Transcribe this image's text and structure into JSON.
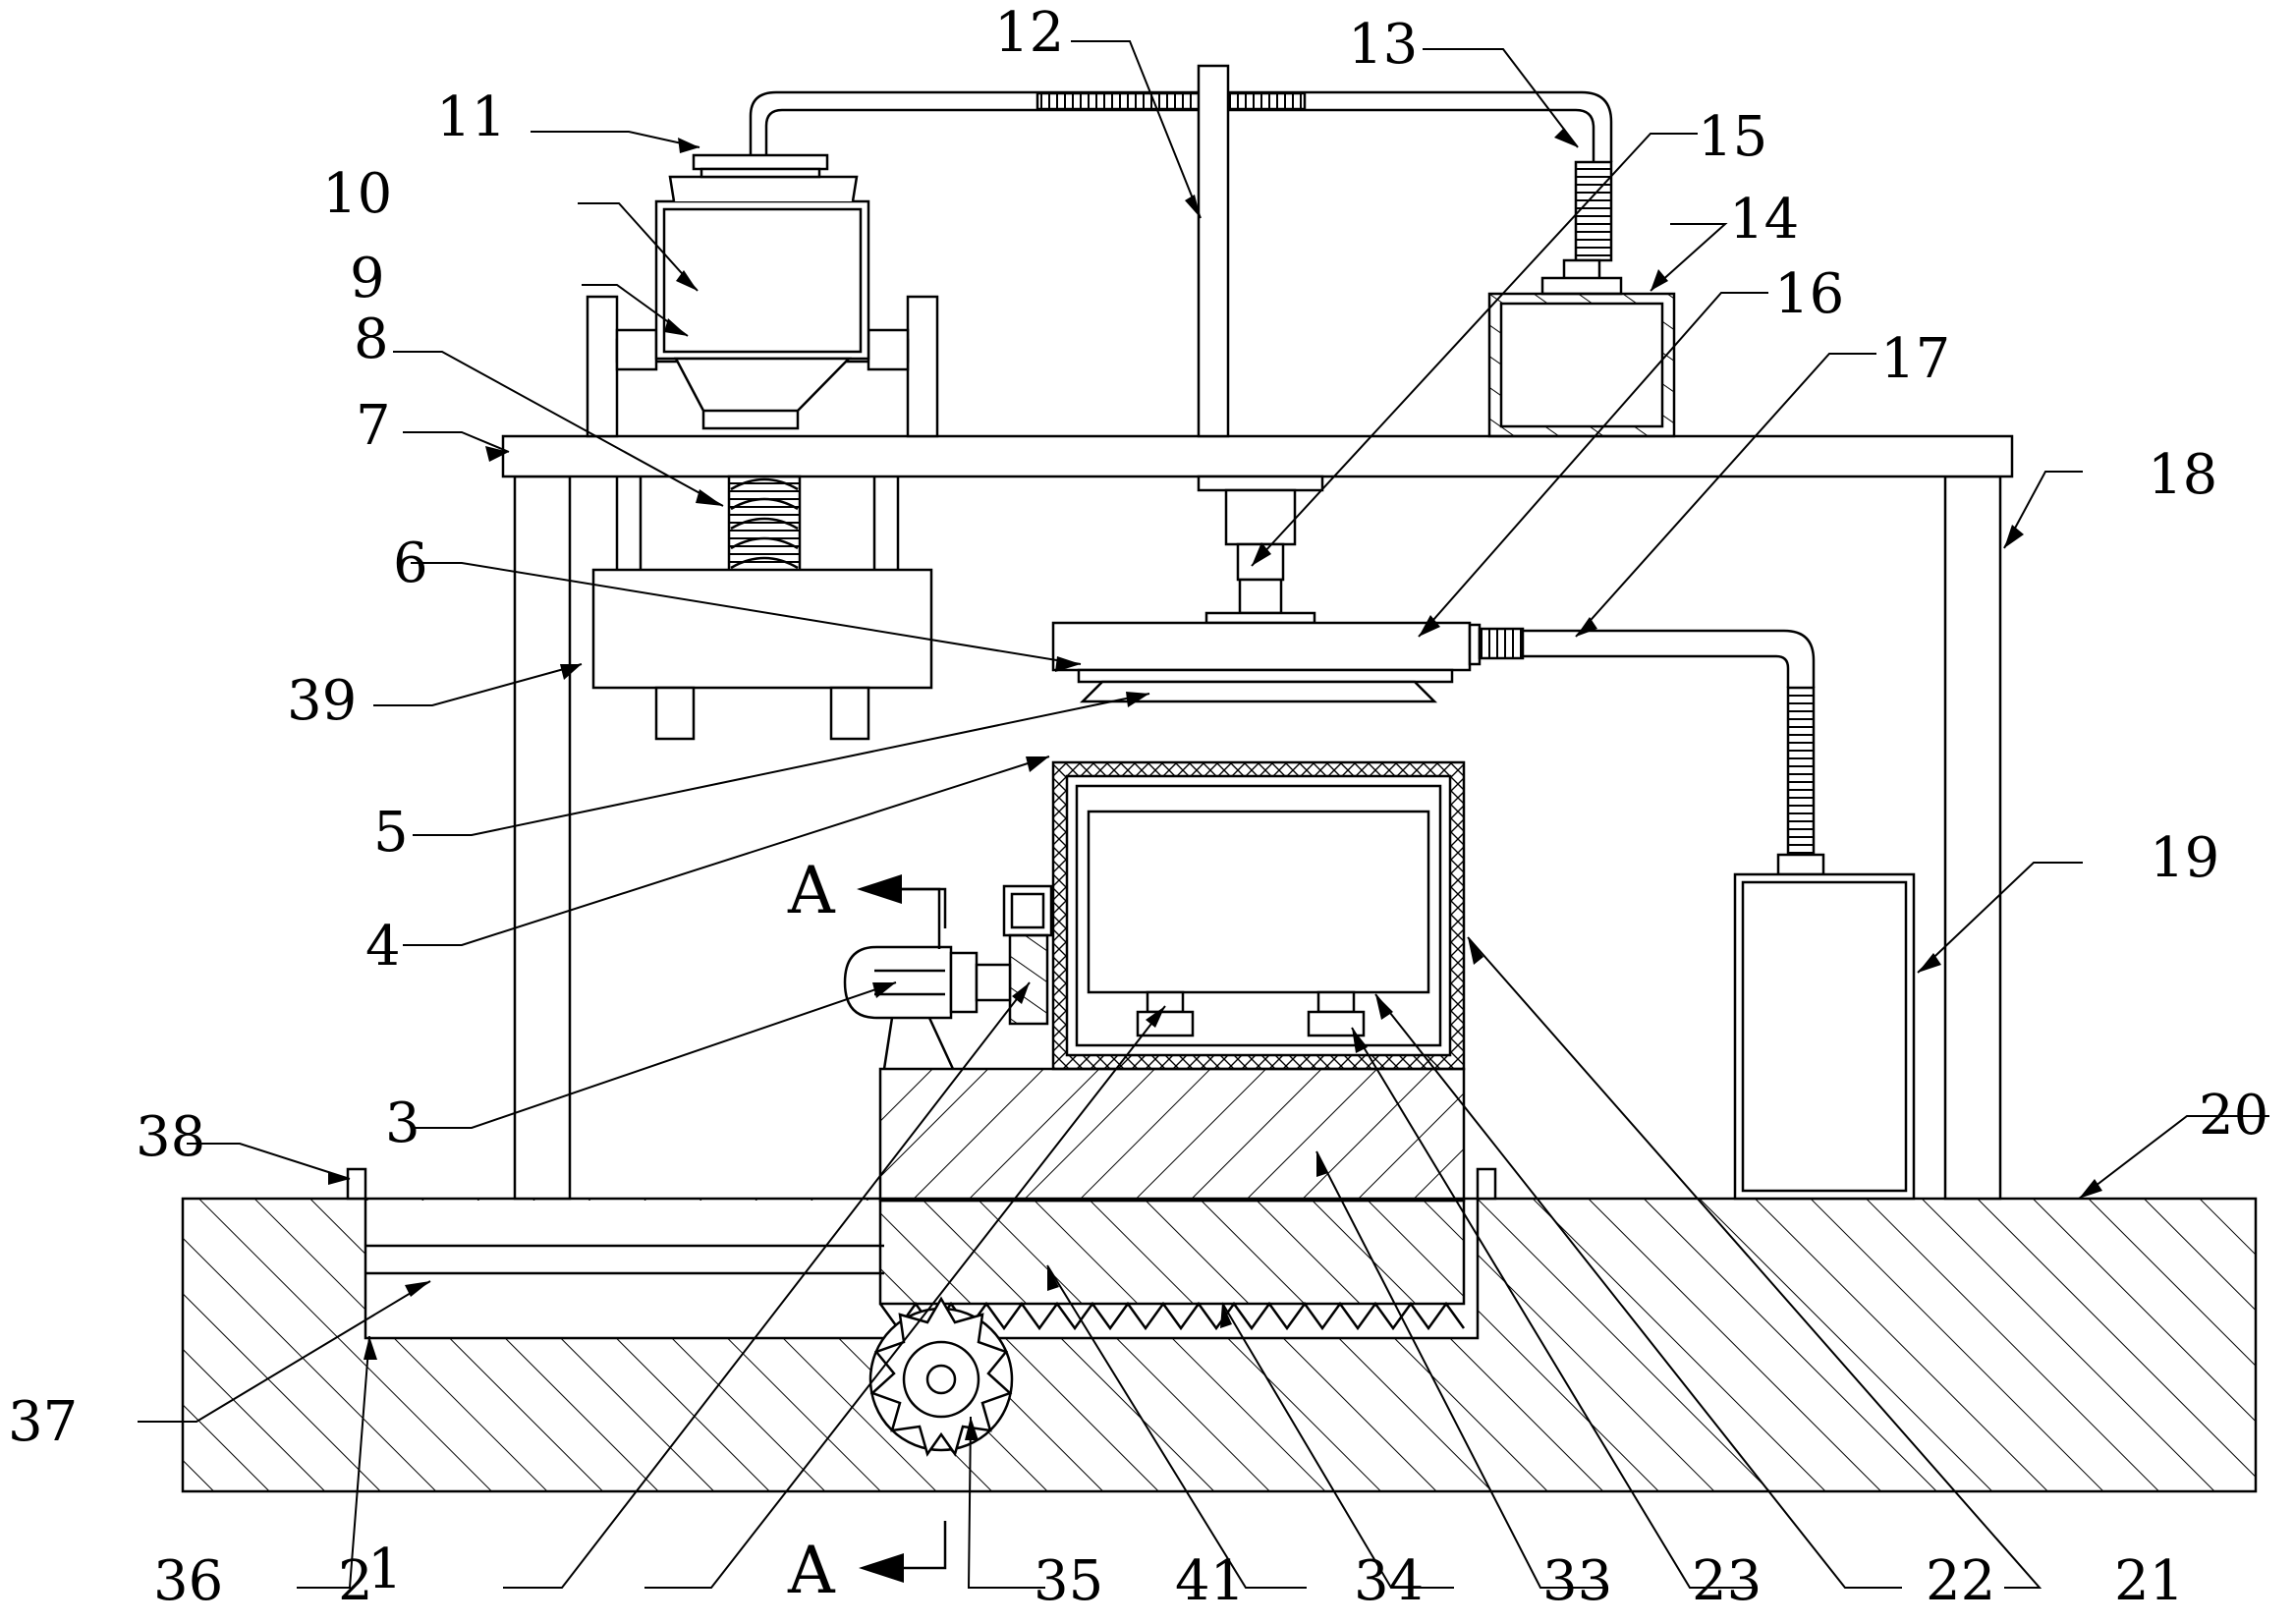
{
  "section_marks": [
    "A",
    "A"
  ],
  "labels": [
    "1",
    "2",
    "3",
    "4",
    "5",
    "6",
    "7",
    "8",
    "9",
    "10",
    "11",
    "12",
    "13",
    "14",
    "15",
    "16",
    "17",
    "18",
    "19",
    "20",
    "21",
    "22",
    "23",
    "33",
    "34",
    "35",
    "36",
    "37",
    "38",
    "39",
    "41"
  ],
  "colors": {
    "line": "#000000",
    "background": "#ffffff"
  }
}
